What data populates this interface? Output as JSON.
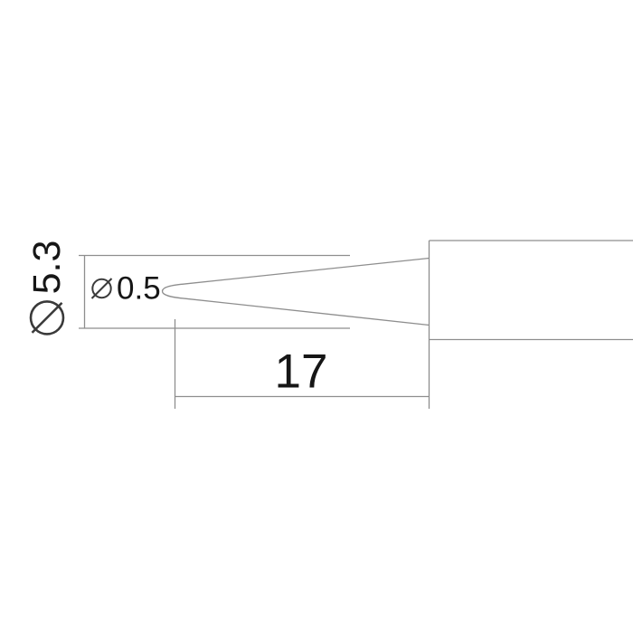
{
  "drawing": {
    "labels": {
      "shank_diameter": {
        "symbol": "⌀",
        "value": "5.3"
      },
      "tip_diameter": {
        "symbol": "⌀",
        "value": "0.5"
      },
      "tip_length": {
        "value": "17"
      }
    },
    "icons": {
      "diameter_symbol": "circle-with-diagonal-slash"
    },
    "colors": {
      "background": "#ffffff",
      "line": "#8e8e8e",
      "symbol": "#3a3a3a",
      "text": "#161616"
    }
  }
}
